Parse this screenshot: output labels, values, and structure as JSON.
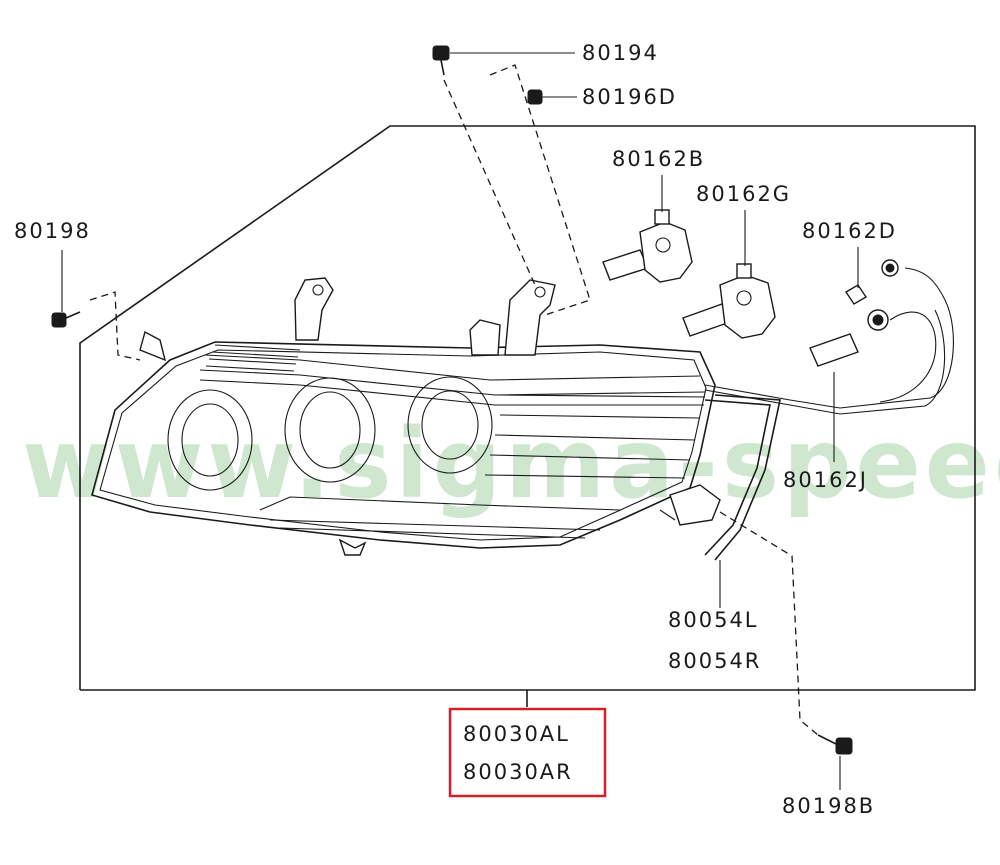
{
  "watermark": "www.sigma-speed.co.jp",
  "highlight_color": "#d32027",
  "parts": {
    "screw_top": "80194",
    "nut_top": "80196D",
    "bulb_b": "80162B",
    "bulb_g": "80162G",
    "bulb_d": "80162D",
    "bulb_j": "80162J",
    "bolt_left": "80198",
    "bolt_bottom": "80198B",
    "cover_l": "80054L",
    "cover_r": "80054R",
    "assembly_l": "80030AL",
    "assembly_r": "80030AR"
  }
}
